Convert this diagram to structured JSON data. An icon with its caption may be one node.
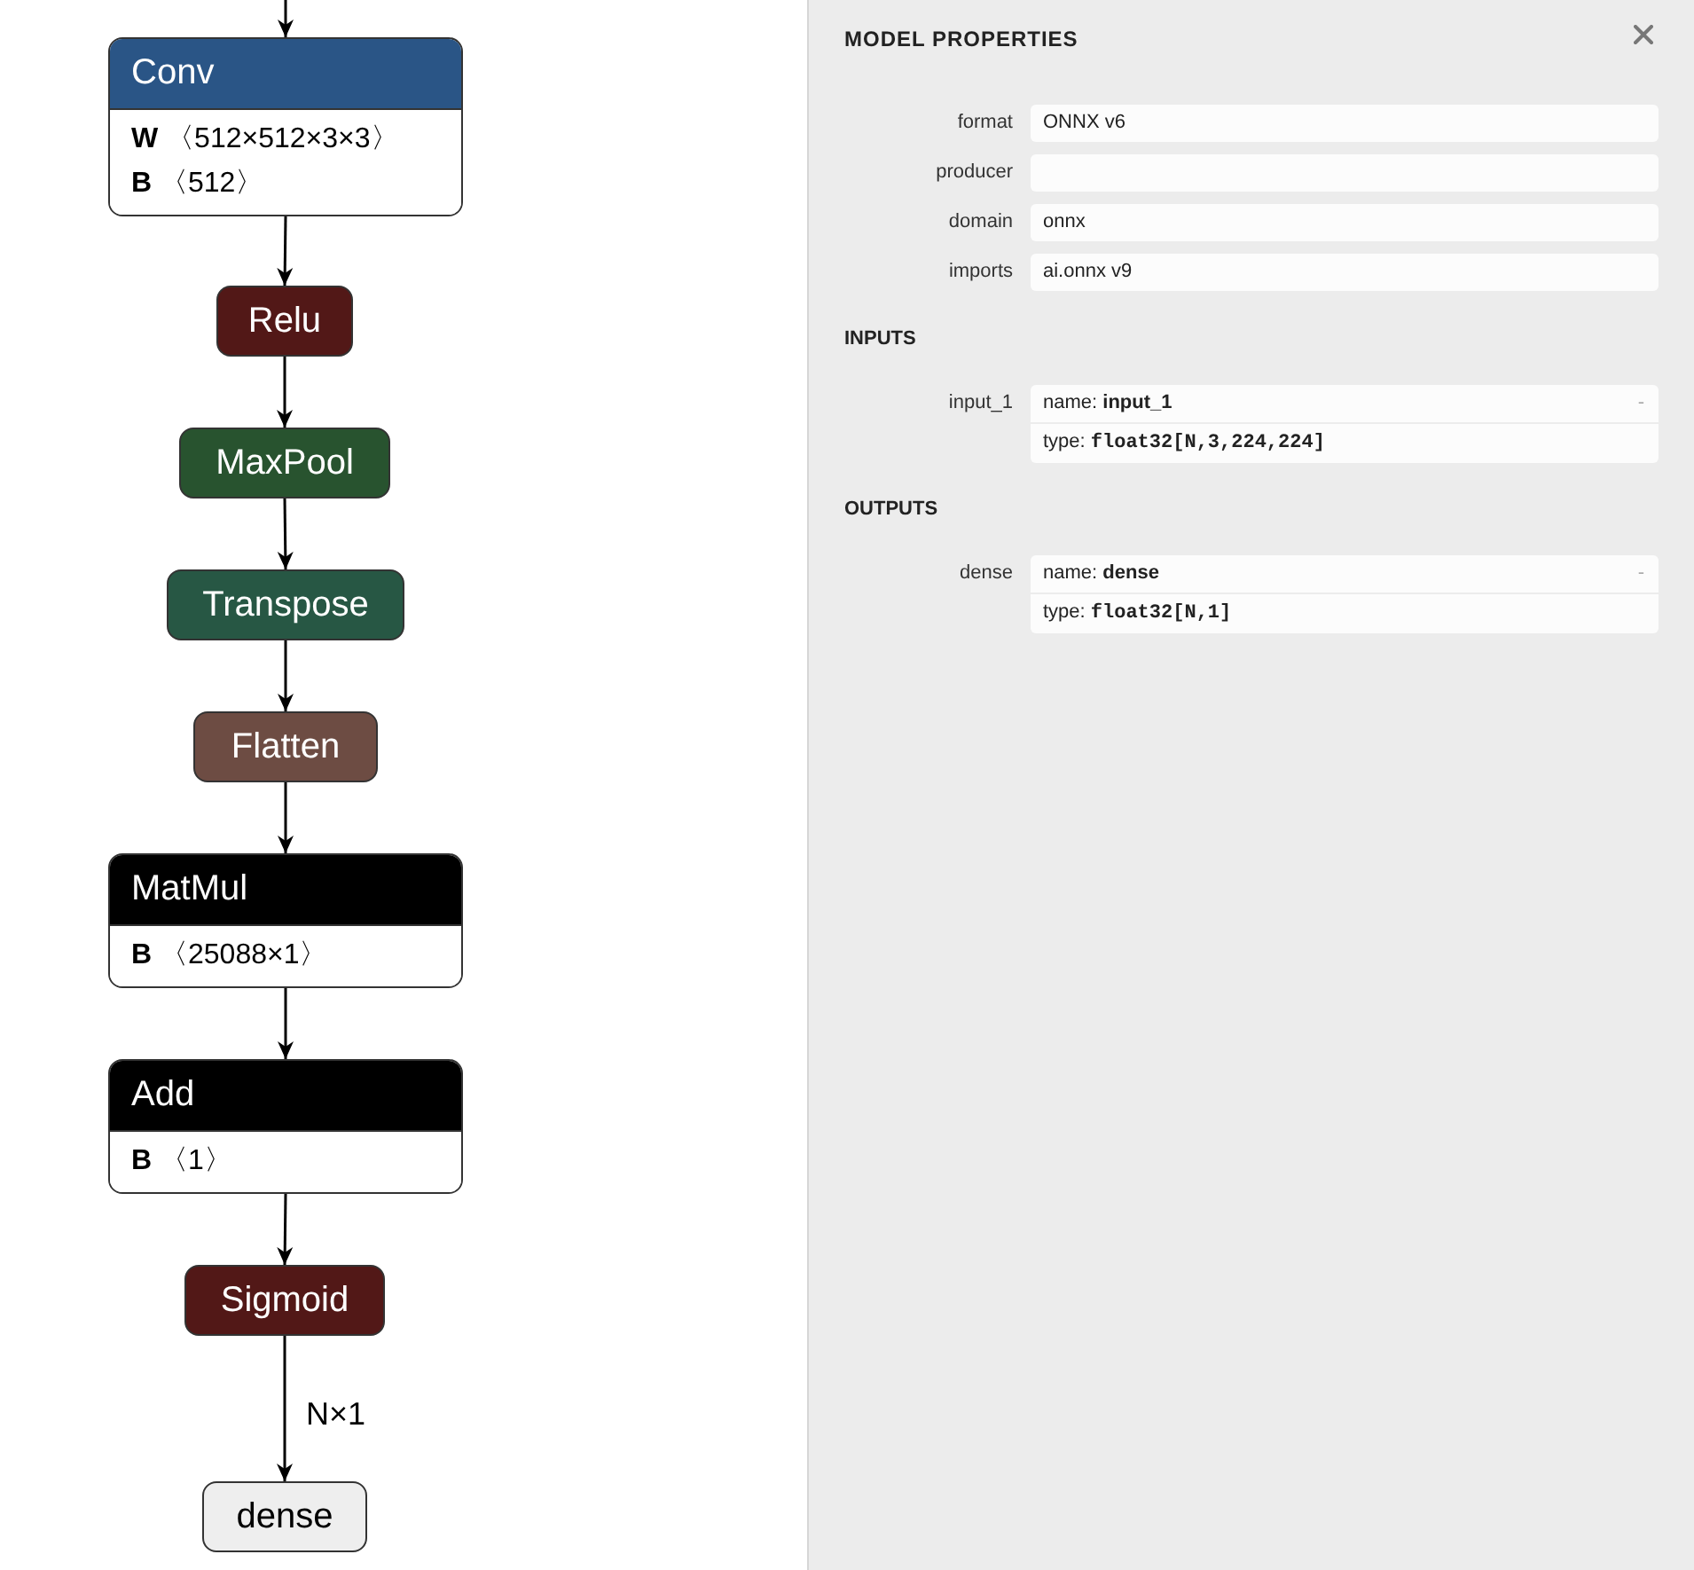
{
  "diagram": {
    "nodes": [
      {
        "text": [
          "Conv",
          "**W** 〈512×512×3×3〉",
          "**B** 〈512〉"
        ]
      },
      {
        "text": [
          "Relu"
        ]
      },
      {
        "text": [
          "MaxPool"
        ]
      },
      {
        "text": [
          "Transpose"
        ]
      },
      {
        "text": [
          "Flatten"
        ]
      },
      {
        "text": [
          "MatMul",
          "**B** 〈25088×1〉"
        ]
      },
      {
        "text": [
          "Add",
          "**B** 〈1〉"
        ]
      },
      {
        "text": [
          "Sigmoid"
        ]
      },
      {
        "text": [
          "dense"
        ]
      }
    ],
    "edges": [
      {
        "from": null,
        "to": 0,
        "arrow": "to"
      },
      {
        "from": 0,
        "to": 1,
        "arrow": "to"
      },
      {
        "from": 1,
        "to": 2,
        "arrow": "to"
      },
      {
        "from": 2,
        "to": 3,
        "arrow": "to"
      },
      {
        "from": 3,
        "to": 4,
        "arrow": "to"
      },
      {
        "from": 4,
        "to": 5,
        "arrow": "to"
      },
      {
        "from": 5,
        "to": 6,
        "arrow": "to"
      },
      {
        "from": 6,
        "to": 7,
        "arrow": "to"
      },
      {
        "from": 7,
        "to": 8,
        "arrow": "to",
        "label": "N×1"
      }
    ],
    "labels": [
      "MODEL PROPERTIES",
      "format",
      "ONNX v6",
      "producer",
      "domain",
      "onnx",
      "imports",
      "ai.onnx v9",
      "INPUTS",
      "input_1",
      "name: **input_1**",
      "-",
      "type: **float32[N,3,224,224]**",
      "OUTPUTS",
      "dense",
      "name: **dense**",
      "-",
      "type: **float32[N,1]**"
    ]
  }
}
